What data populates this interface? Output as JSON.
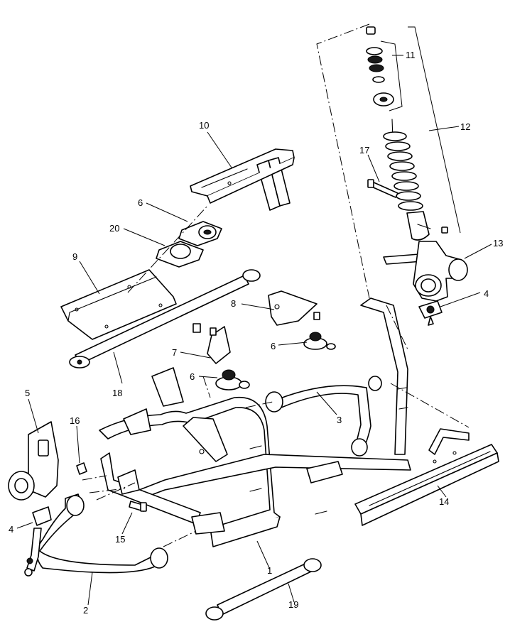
{
  "callouts": {
    "c1": "1",
    "c2": "2",
    "c3": "3",
    "c4a": "4",
    "c4b": "4",
    "c5": "5",
    "c6a": "6",
    "c6b": "6",
    "c6c": "6",
    "c7": "7",
    "c8": "8",
    "c9": "9",
    "c10": "10",
    "c11": "11",
    "c12": "12",
    "c13": "13",
    "c14": "14",
    "c15": "15",
    "c16": "16",
    "c17": "17",
    "c18": "18",
    "c19": "19",
    "c20": "20"
  },
  "colors": {
    "line": "#000000",
    "background": "#ffffff"
  }
}
